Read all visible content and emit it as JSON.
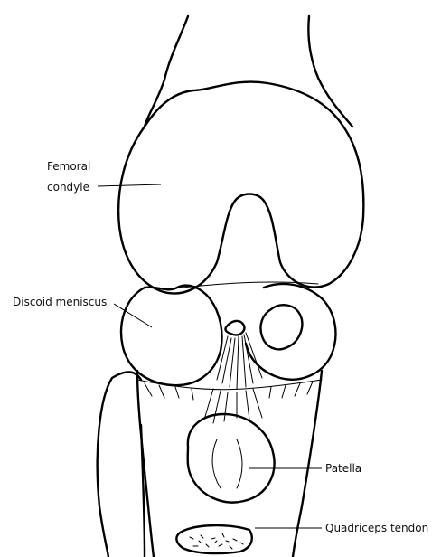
{
  "labels": {
    "femoral_condyle_line1": "Femoral",
    "femoral_condyle_line2": "condyle",
    "discoid_meniscus": "Discoid meniscus",
    "patella": "Patella",
    "quadriceps_tendon": "Quadriceps tendon"
  },
  "colors": {
    "ink": "#000000",
    "background": "#ffffff"
  }
}
